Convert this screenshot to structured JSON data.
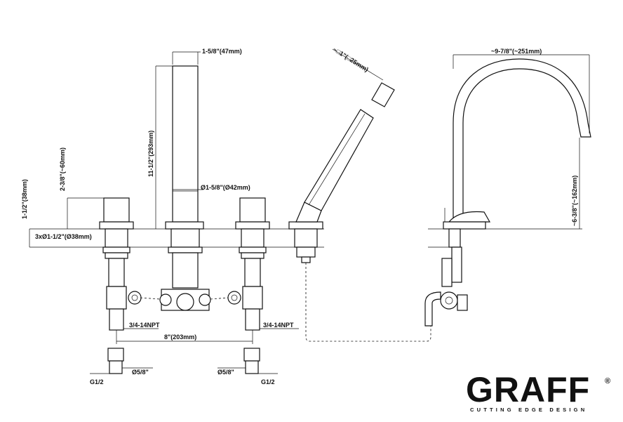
{
  "dimensions": {
    "spout_body_width": "1-5/8\"(47mm)",
    "spout_height": "11-1/2\"(293mm)",
    "body_diameter": "Ø1-5/8\"(Ø42mm)",
    "handle_height": "2-3/8\"(~60mm)",
    "deck_to_top": "1-1/2\"(38mm)",
    "hole_spec": "3xØ1-1/2\"(Ø38mm)",
    "npt_left": "3/4-14NPT",
    "npt_right": "3/4-14NPT",
    "spacing": "8\"(203mm)",
    "g_left": "G1/2",
    "g_right": "G1/2",
    "d_left": "Ø5/8\"",
    "d_right": "Ø5/8\"",
    "handshower_square": "~□1\"(□25mm)",
    "reach": "~9-7/8\"(~251mm)",
    "side_height": "~6-3/8\"(~162mm)"
  },
  "brand": {
    "logo_text": "GRAFF",
    "tagline": "CUTTING EDGE DESIGN",
    "registered_mark": "®"
  }
}
